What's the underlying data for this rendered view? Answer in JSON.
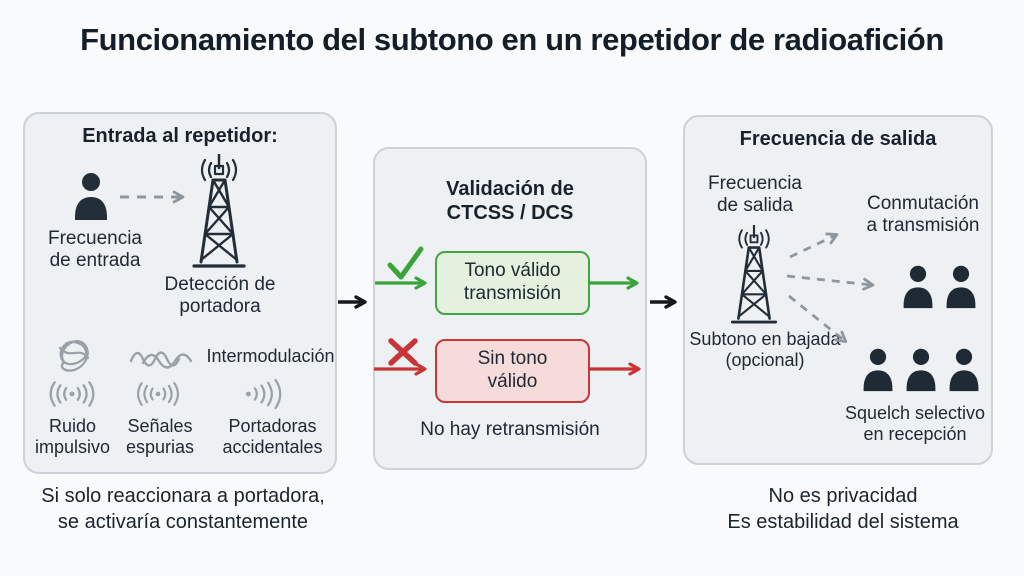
{
  "title": "Funcionamiento del subtono en un repetidor de radioafición",
  "colors": {
    "background": "#f8fafc",
    "panel_bg": "#eef1f3",
    "panel_border": "#ccd2d7",
    "text": "#1d2731",
    "green": "#3aa33c",
    "green_box_bg": "#e4f1df",
    "red": "#c93434",
    "red_box_bg": "#f6dbdb",
    "gray_icon": "#9aa1a8",
    "black_arrow": "#15191d"
  },
  "icons": {
    "input_user": "person-icon",
    "input_tower": "radio-tower-icon",
    "noise_scribble": "scribble-noise-icon",
    "intermodulation_wave": "overlapping-waves-icon",
    "impulsive_noise": "radio-waves-icon",
    "spurious_signals": "radio-waves-icon",
    "accidental_carriers": "radio-waves-right-icon",
    "valid": "check-icon",
    "invalid": "x-icon",
    "output_tower": "radio-tower-icon",
    "tx_listeners": "people-group-icon",
    "rx_listeners": "people-group-icon"
  },
  "left_panel": {
    "header": "Entrada al repetidor:",
    "input_freq": [
      "Frecuencia",
      "de entrada"
    ],
    "carrier_detect": [
      "Detección de",
      "portadora"
    ],
    "intermodulation": "Intermodulación",
    "impulsive_noise": [
      "Ruido",
      "impulsivo"
    ],
    "spurious_signals": [
      "Señales",
      "espurias"
    ],
    "accidental_carriers": [
      "Portadoras",
      "accidentales"
    ]
  },
  "middle_panel": {
    "header": [
      "Validación de",
      "CTCSS / DCS"
    ],
    "valid_tone": [
      "Tono válido",
      "transmisión"
    ],
    "no_tone": [
      "Sin tono",
      "válido"
    ],
    "footer": "No hay retransmisión"
  },
  "right_panel": {
    "header": "Frecuencia de salida",
    "output_freq": [
      "Frecuencia",
      "de salida"
    ],
    "commutation": [
      "Conmutación",
      "a transmisión"
    ],
    "subtone": [
      "Subtono en bajada",
      "(opcional)"
    ],
    "squelch": [
      "Squelch selectivo",
      "en recepción"
    ]
  },
  "captions": {
    "left": [
      "Si solo reaccionara a portadora,",
      "se activaría constantemente"
    ],
    "right": [
      "No es privacidad",
      "Es estabilidad del sistema"
    ]
  }
}
